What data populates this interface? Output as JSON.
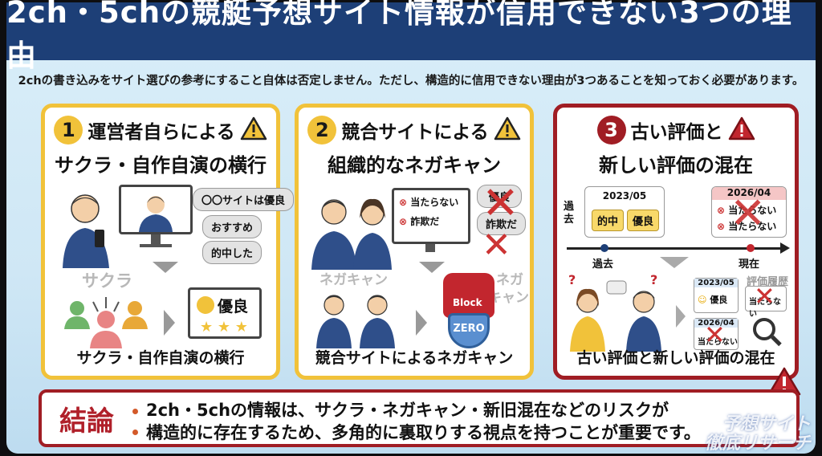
{
  "title": "2ch・5chの競艇予想サイト情報が信用できない3つの理由",
  "intro": "2chの書き込みをサイト選びの参考にすること自体は否定しません。ただし、構造的に信用できない理由が3つあることを知っておく必要があります。",
  "cards": [
    {
      "number": "1",
      "heading_line1": "運営者自らによる",
      "heading_line2": "サクラ・自作自演の横行",
      "bubbles": [
        "〇〇サイトは優良",
        "おすすめ",
        "的中した"
      ],
      "side_label": "サクラ",
      "badge": "優良",
      "footer": "サクラ・自作自演の横行"
    },
    {
      "number": "2",
      "heading_line1": "競合サイトによる",
      "heading_line2": "組織的なネガキャン",
      "bubbles": [
        "当たらない",
        "詐欺だ"
      ],
      "crossed_bubbles": [
        "優良",
        "詐欺だ"
      ],
      "left_label": "ネガキャン",
      "right_label_1": "ネガ",
      "right_label_2": "キャン",
      "block_label": "Block",
      "zero_label": "ZERO",
      "footer": "競合サイトによるネガキャン"
    },
    {
      "number": "3",
      "heading_line1": "古い評価と",
      "heading_line2": "新しい評価の混在",
      "axis_side_label": "過去",
      "date_old": "2023/05",
      "date_new": "2026/04",
      "tags_old": [
        "的中",
        "優良"
      ],
      "tags_new": [
        "当たらない",
        "当たらない"
      ],
      "axis_past": "過去",
      "axis_now": "現在",
      "history_label": "評価履歴",
      "mini_date_old": "2023/05",
      "mini_tag_old": "優良",
      "mini_tag_old_crossed": "当たらない",
      "mini_date_new": "2026/04",
      "mini_tag_new": "当たらない",
      "footer": "古い評価と新しい評価の混在"
    }
  ],
  "conclusion": {
    "key": "結論",
    "line1": "2ch・5chの情報は、サクラ・ネガキャン・新旧混在などのリスクが",
    "line2": "構造的に存在するため、多角的に裏取りする視点を持つことが重要です。"
  },
  "watermark": {
    "line1": "予想サイト",
    "line2": "徹底リサーチ"
  },
  "colors": {
    "navy": "#1d3f77",
    "yellow": "#f1c23a",
    "red": "#a01d24"
  }
}
